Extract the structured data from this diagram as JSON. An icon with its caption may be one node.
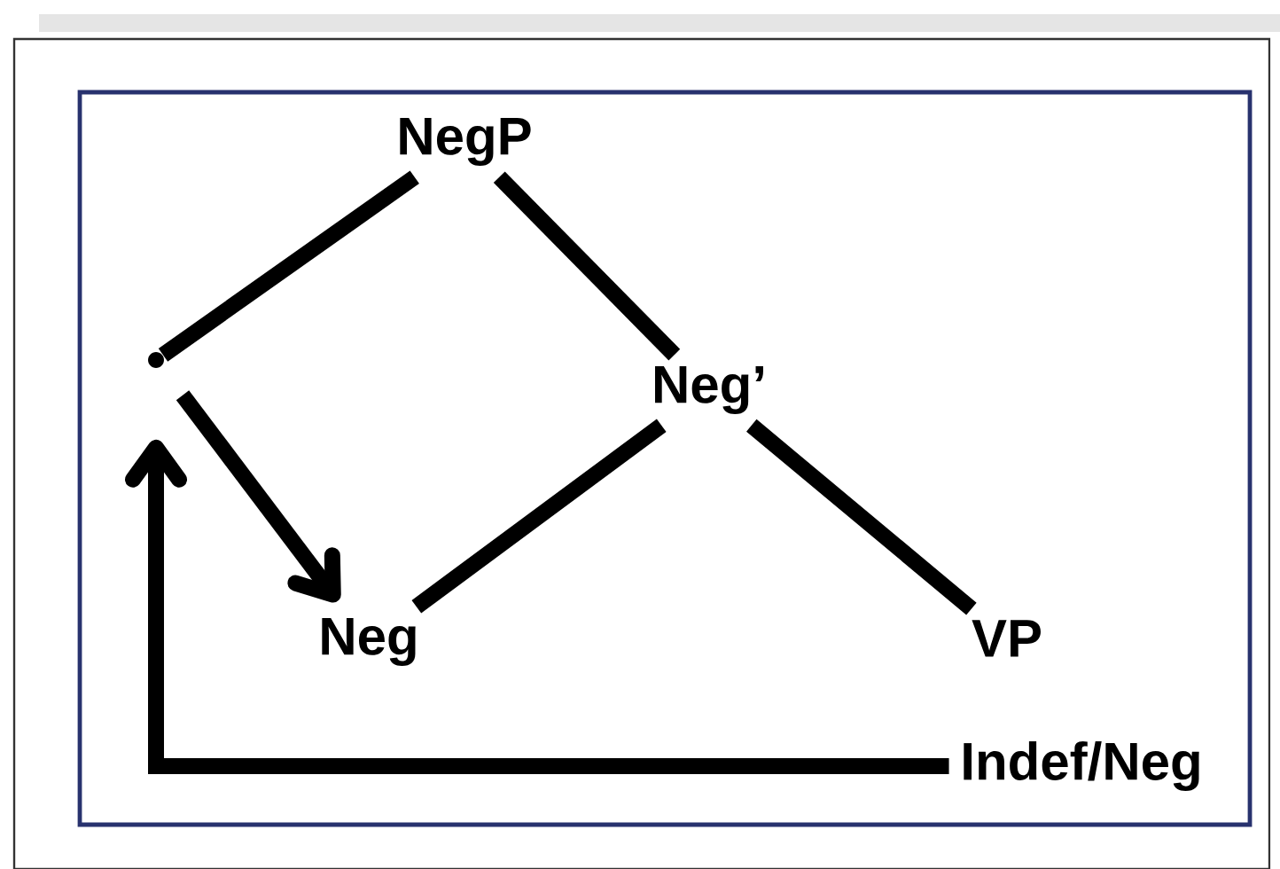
{
  "diagram": {
    "nodes": [
      {
        "text": [
          "NegP"
        ]
      },
      {
        "text": [],
        "shape": "point"
      },
      {
        "text": [
          "Neg’"
        ]
      },
      {
        "text": [
          "Neg"
        ]
      },
      {
        "text": [
          "VP"
        ]
      },
      {
        "text": [
          "Indef/Neg"
        ]
      }
    ],
    "edges": [
      {
        "from": 0,
        "to": 1,
        "arrow": "none"
      },
      {
        "from": 0,
        "to": 2,
        "arrow": "none"
      },
      {
        "from": 2,
        "to": 3,
        "arrow": "none"
      },
      {
        "from": 2,
        "to": 4,
        "arrow": "none"
      },
      {
        "from": 1,
        "to": 3,
        "arrow": "to"
      },
      {
        "from": 5,
        "to": 1,
        "arrow": "to"
      }
    ]
  }
}
